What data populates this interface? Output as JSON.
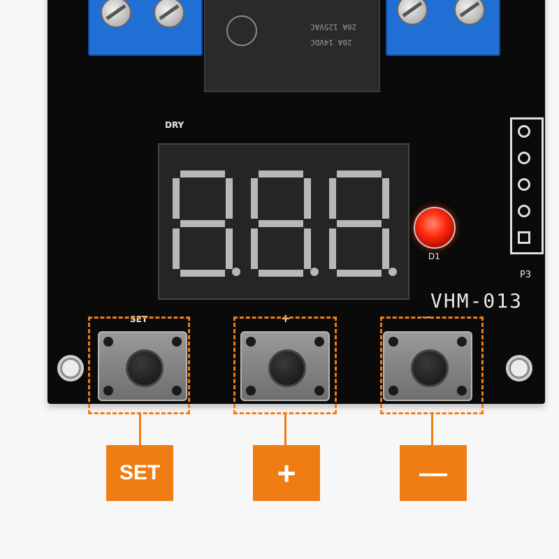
{
  "board": {
    "dry_label": "DRY",
    "model_label": "VHM-013",
    "led_label": "D1",
    "header_label": "P3",
    "relay_text_lines": [
      "20A 125VAC",
      "20A 14VDC"
    ],
    "button_silk": {
      "set": "SET",
      "plus": "+",
      "minus": "—"
    }
  },
  "display": {
    "digits": [
      "8.",
      "8.",
      "8."
    ]
  },
  "callouts": [
    {
      "label": "SET"
    },
    {
      "label": "+"
    },
    {
      "label": "—"
    }
  ],
  "colors": {
    "board": "#0a0a0a",
    "accent_orange": "#f07d14",
    "terminal_blue": "#1f6fd4",
    "segment": "#b8b8b8",
    "led_red": "#ff2a10"
  }
}
